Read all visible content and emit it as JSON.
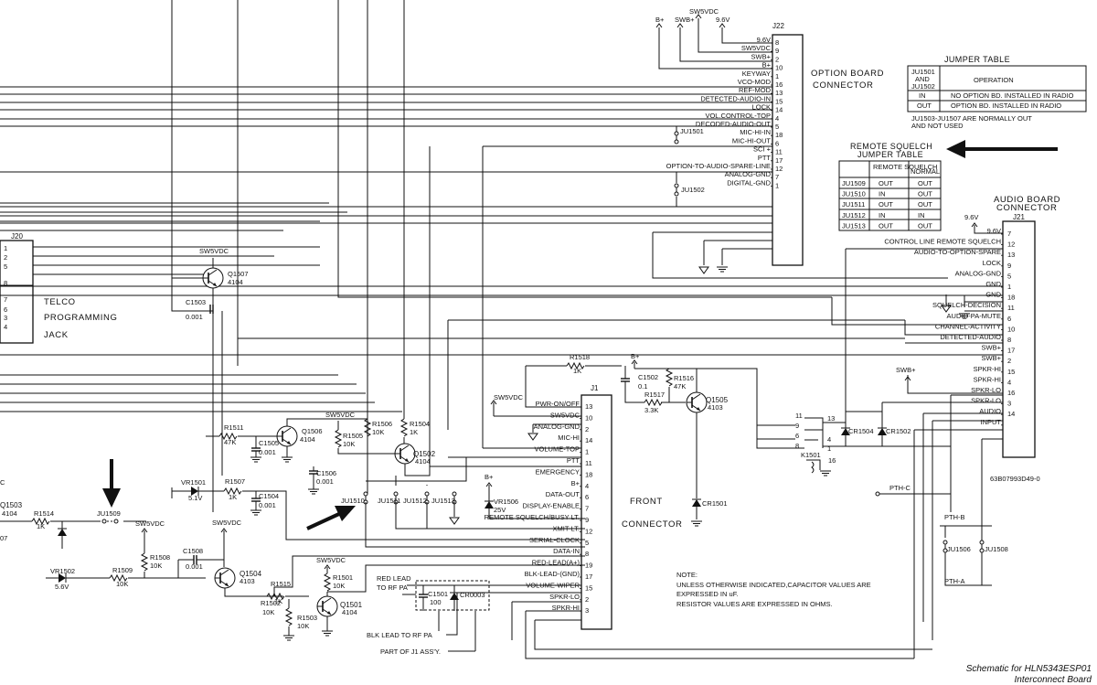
{
  "j22": {
    "ref": "J22",
    "title_line1": "OPTION BOARD",
    "title_line2": "CONNECTOR",
    "supplies": [
      "B+",
      "SWB+",
      "SW5VDC",
      "9.6V"
    ],
    "pins": [
      {
        "label": "9.6V",
        "num": "8"
      },
      {
        "label": "SW5VDC",
        "num": "9"
      },
      {
        "label": "SWB+",
        "num": "2"
      },
      {
        "label": "B+",
        "num": "10"
      },
      {
        "label": "KEYWAY",
        "num": "1"
      },
      {
        "label": "VCO-MOD",
        "num": "16"
      },
      {
        "label": "REF-MOD",
        "num": "13"
      },
      {
        "label": "DETECTED-AUDIO-IN",
        "num": "15"
      },
      {
        "label": "LOCK",
        "num": "14"
      },
      {
        "label": "VOL.CONTROL-TOP",
        "num": "4"
      },
      {
        "label": "DECODED-AUDIO-OUT",
        "num": "5"
      },
      {
        "label": "MIC-HI-IN",
        "num": "18"
      },
      {
        "label": "MIC-HI-OUT",
        "num": "6"
      },
      {
        "label": "SCI +",
        "num": "11"
      },
      {
        "label": "PTT",
        "num": "17"
      },
      {
        "label": "OPTION-TO-AUDIO-SPARE-LINE",
        "num": "12"
      },
      {
        "label": "ANALOG-GND",
        "num": "7"
      },
      {
        "label": "DIGITAL-GND",
        "num": "1"
      }
    ]
  },
  "jumper_table": {
    "title": "JUMPER TABLE",
    "head_left": [
      "JU1501",
      "AND",
      "JU1502"
    ],
    "head_right": "OPERATION",
    "rows": [
      {
        "state": "IN",
        "operation": "NO OPTION BD. INSTALLED IN RADIO"
      },
      {
        "state": "OUT",
        "operation": "OPTION BD. INSTALLED IN RADIO"
      }
    ],
    "note_line1": "JU1503-JU1507 ARE NORMALLY OUT",
    "note_line2": "AND NOT USED"
  },
  "squelch_table": {
    "title_line1": "REMOTE SQUELCH",
    "title_line2": "JUMPER TABLE",
    "head": [
      "",
      "REMOTE SQUELCH",
      "NORMAL"
    ],
    "rows": [
      [
        "JU1509",
        "OUT",
        "OUT"
      ],
      [
        "JU1510",
        "IN",
        "OUT"
      ],
      [
        "JU1511",
        "OUT",
        "OUT"
      ],
      [
        "JU1512",
        "IN",
        "IN"
      ],
      [
        "JU1513",
        "OUT",
        "OUT"
      ]
    ]
  },
  "j21": {
    "title_line1": "AUDIO BOARD",
    "title_line2": "CONNECTOR",
    "ref": "J21",
    "supply": "9.6V",
    "pins": [
      {
        "label": "9.6V",
        "num": "7"
      },
      {
        "label": "CONTROL LINE REMOTE SQUELCH",
        "num": "12"
      },
      {
        "label": "AUDIO-TO-OPTION-SPARE",
        "num": "13"
      },
      {
        "label": "LOCK",
        "num": "9"
      },
      {
        "label": "ANALOG-GND",
        "num": "5"
      },
      {
        "label": "GND",
        "num": "1"
      },
      {
        "label": "GND",
        "num": "18"
      },
      {
        "label": "SQUELCH-DECISION",
        "num": "11"
      },
      {
        "label": "AUDIO-PA-MUTE",
        "num": "6"
      },
      {
        "label": "CHANNEL-ACTIVITY",
        "num": "10"
      },
      {
        "label": "DETECTED-AUDIO",
        "num": "8"
      },
      {
        "label": "SWB+",
        "num": "17"
      },
      {
        "label": "SWB+",
        "num": "2"
      },
      {
        "label": "SPKR-HI",
        "num": "15"
      },
      {
        "label": "SPKR-HI",
        "num": "4"
      },
      {
        "label": "SPKR-LO",
        "num": "16"
      },
      {
        "label": "SPKR-LO",
        "num": "3"
      },
      {
        "label": "AUDIO",
        "num": "14"
      },
      {
        "label": "INPUT",
        "num": ""
      }
    ],
    "part_number": "63B07993D49-0"
  },
  "j20": {
    "ref": "J20",
    "pins": [
      "1",
      "2",
      "5",
      "8",
      "7",
      "6",
      "3",
      "4"
    ],
    "label_line1": "TELCO",
    "label_line2": "PROGRAMMING",
    "label_line3": "JACK"
  },
  "j1": {
    "ref": "J1",
    "title_line1": "FRONT",
    "title_line2": "CONNECTOR",
    "pins": [
      {
        "label": "PWR-ON/OFF",
        "num": "13"
      },
      {
        "label": "SW5VDC",
        "num": "10"
      },
      {
        "label": "ANALOG-GND",
        "num": "2"
      },
      {
        "label": "MIC-HI",
        "num": "14"
      },
      {
        "label": "VOLUME-TOP",
        "num": "1"
      },
      {
        "label": "PTT",
        "num": "11"
      },
      {
        "label": "EMERGENCY",
        "num": "18"
      },
      {
        "label": "B+",
        "num": "4"
      },
      {
        "label": "DATA-OUT",
        "num": "6"
      },
      {
        "label": "DISPLAY-ENABLE",
        "num": "7"
      },
      {
        "label": "REMOTE SQUELCH/BUSY LT.",
        "num": "9"
      },
      {
        "label": "XMIT-LT.",
        "num": "12"
      },
      {
        "label": "SERIAL-CLOCK",
        "num": "5"
      },
      {
        "label": "DATA-IN",
        "num": "8"
      },
      {
        "label": "RED-LEAD(A+)",
        "num": "19"
      },
      {
        "label": "BLK-LEAD-(GND)",
        "num": "17"
      },
      {
        "label": "VOLUME-WIPER",
        "num": "15"
      },
      {
        "label": "SPKR-LO",
        "num": "2"
      },
      {
        "label": "SPKR-HI",
        "num": "3"
      }
    ],
    "lead_red_line1": "RED LEAD",
    "lead_red_line2": "TO RF PA",
    "lead_blk": "BLK LEAD TO RF PA",
    "assy": "PART OF J1 ASS'Y."
  },
  "components": {
    "Q1507": {
      "ref": "Q1507",
      "part": "4104",
      "supply": "SW5VDC"
    },
    "C1503": {
      "ref": "C1503",
      "value": "0.001"
    },
    "Q1506": {
      "ref": "Q1506",
      "part": "4104"
    },
    "R1511": {
      "ref": "R1511",
      "value": "47K"
    },
    "C1505": {
      "ref": "C1505",
      "value": "0.001"
    },
    "R1506": {
      "ref": "R1506",
      "value": "10K"
    },
    "R1505": {
      "ref": "R1505",
      "value": "10K"
    },
    "R1504": {
      "ref": "R1504",
      "value": "1K"
    },
    "Q1502": {
      "ref": "Q1502",
      "part": "4104"
    },
    "C1506": {
      "ref": "C1506",
      "value": "0.001"
    },
    "VR1501": {
      "ref": "VR1501",
      "value": "5.1V"
    },
    "R1507": {
      "ref": "R1507",
      "value": "1K"
    },
    "C1504": {
      "ref": "C1504",
      "value": "0.001"
    },
    "Q1503": {
      "ref": "Q1503",
      "part": "4104"
    },
    "R1514": {
      "ref": "R1514",
      "value": "1K"
    },
    "JU1509": {
      "ref": "JU1509"
    },
    "R1508": {
      "ref": "R1508",
      "value": "10K"
    },
    "C1508": {
      "ref": "C1508",
      "value": "0.001"
    },
    "Q1504": {
      "ref": "Q1504",
      "part": "4103"
    },
    "VR1502": {
      "ref": "VR1502",
      "value": "5.6V"
    },
    "R1509": {
      "ref": "R1509",
      "value": "10K"
    },
    "R1515": {
      "ref": "R1515",
      "value": "1K"
    },
    "R1502": {
      "ref": "R1502",
      "value": "10K"
    },
    "R1501": {
      "ref": "R1501",
      "value": "10K"
    },
    "Q1501": {
      "ref": "Q1501",
      "part": "4104"
    },
    "R1503": {
      "ref": "R1503",
      "value": "10K"
    },
    "R1518": {
      "ref": "R1518",
      "value": "1K"
    },
    "C1502": {
      "ref": "C1502",
      "value": "0.1"
    },
    "R1516": {
      "ref": "R1516",
      "value": "47K"
    },
    "R1517": {
      "ref": "R1517",
      "value": "3.3K"
    },
    "Q1505": {
      "ref": "Q1505",
      "part": "4103"
    },
    "VR1506": {
      "ref": "VR1506",
      "value": "25V"
    },
    "CR1501": {
      "ref": "CR1501"
    },
    "CR1504": {
      "ref": "CR1504"
    },
    "CR1502": {
      "ref": "CR1502"
    },
    "K1501": {
      "ref": "K1501"
    },
    "C1501": {
      "ref": "C1501",
      "value": "100"
    },
    "CR0003": {
      "ref": "CR0003"
    },
    "JU1501": {
      "ref": "JU1501"
    },
    "JU1502": {
      "ref": "JU1502"
    },
    "JU1510": {
      "ref": "JU1510"
    },
    "JU1511": {
      "ref": "JU1511"
    },
    "JU1512": {
      "ref": "JU1512"
    },
    "JU1513": {
      "ref": "JU1513"
    },
    "JU1506": {
      "ref": "JU1506"
    },
    "JU1508": {
      "ref": "JU1508"
    }
  },
  "nets": {
    "sw5vdc": "SW5VDC",
    "bplus": "B+",
    "swbplus": "SWB+",
    "pth_c": "PTH-C",
    "pth_b": "PTH-B",
    "pth_a": "PTH-A",
    "relay_pins": [
      "11",
      "9",
      "6",
      "8",
      "13",
      "4",
      "1",
      "16"
    ]
  },
  "partial": {
    "q1503_side_value": "07",
    "left_cut_letter": "C"
  },
  "note": {
    "title": "NOTE:",
    "line1": "UNLESS OTHERWISE INDICATED,CAPACITOR VALUES ARE",
    "line2": "EXPRESSED IN uF.",
    "line3": "RESISTOR VALUES ARE EXPRESSED  IN OHMS."
  },
  "caption": {
    "line1": "Schematic for HLN5343ESP01",
    "line2": "Interconnect Board"
  }
}
